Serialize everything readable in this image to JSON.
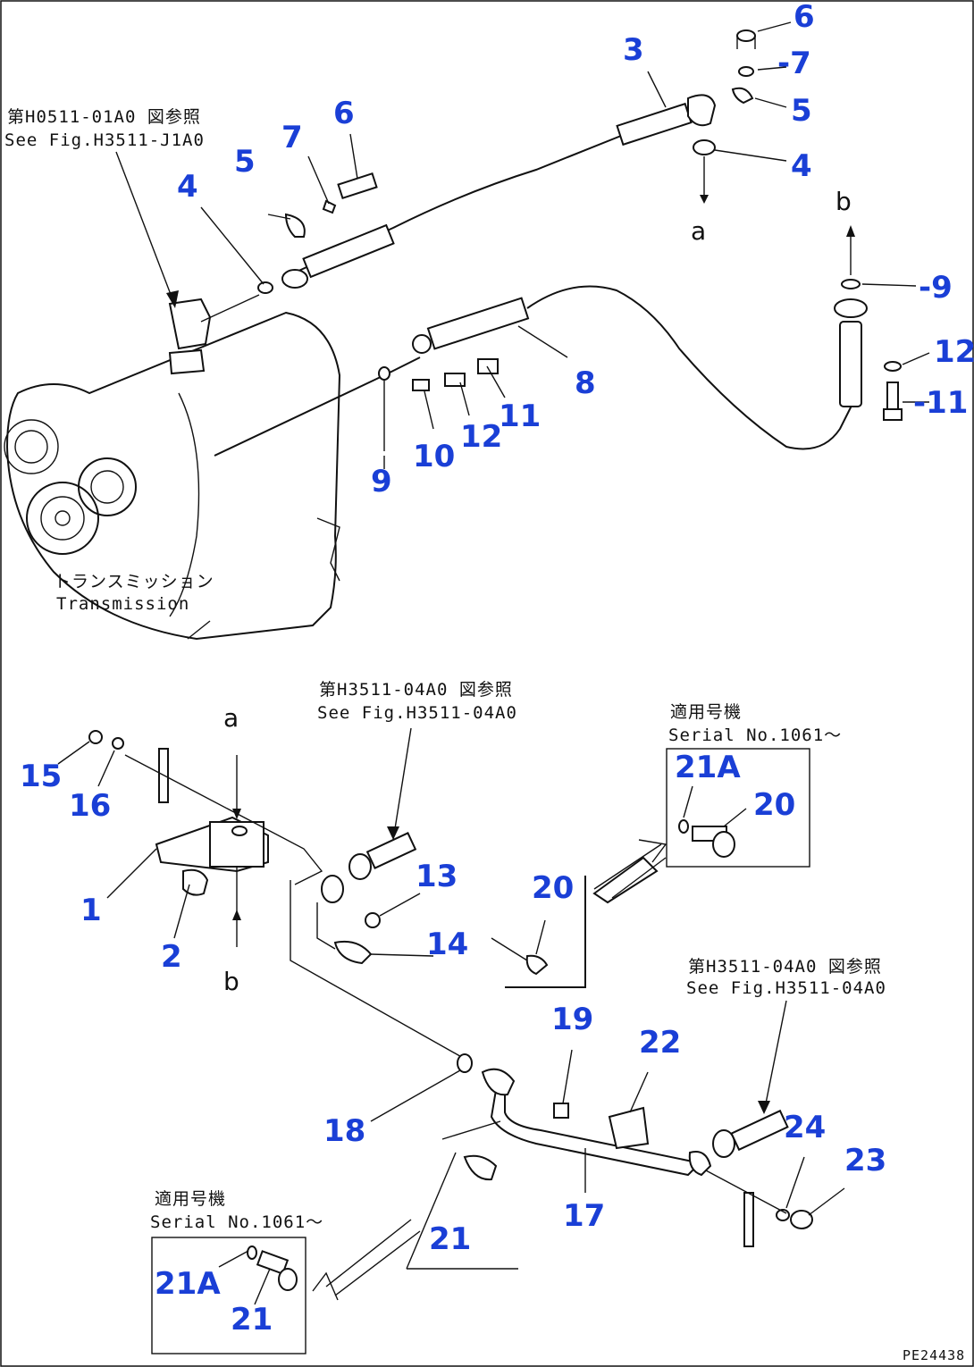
{
  "callouts": {
    "c3": "3",
    "c6a": "6",
    "c7a": "-7",
    "c5a": "5",
    "c4a": "4",
    "c6b": "6",
    "c7b": "7",
    "c5b": "5",
    "c4b": "4",
    "c9a": "-9",
    "c12a": "12",
    "c11a": "-11",
    "c8": "8",
    "c11b": "11",
    "c12b": "12",
    "c10": "10",
    "c9b": "9",
    "c15": "15",
    "c16": "16",
    "c1": "1",
    "c2": "2",
    "c13": "13",
    "c14": "14",
    "c20a": "20",
    "c21Aa": "21A",
    "c20b": "20",
    "c19": "19",
    "c22": "22",
    "c24": "24",
    "c23": "23",
    "c18": "18",
    "c17": "17",
    "c21a": "21",
    "c21Ab": "21A",
    "c21b": "21"
  },
  "letters": {
    "a1": "a",
    "b1": "b",
    "a2": "a",
    "b2": "b"
  },
  "notes": {
    "ref1_jp": "第H0511-01A0 図参照",
    "ref1_en": "See Fig.H3511-J1A0",
    "transmission_jp": "トランスミッション",
    "transmission_en": "Transmission",
    "ref2_jp": "第H3511-04A0 図参照",
    "ref2_en": "See Fig.H3511-04A0",
    "serial1_jp": "適用号機",
    "serial1_en": "Serial No.1061～",
    "ref3_jp": "第H3511-04A0 図参照",
    "ref3_en": "See Fig.H3511-04A0",
    "serial2_jp": "適用号機",
    "serial2_en": "Serial No.1061～",
    "drawing_code": "PE24438"
  }
}
